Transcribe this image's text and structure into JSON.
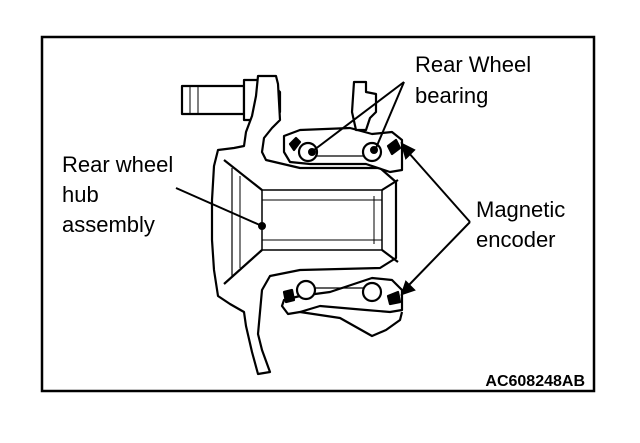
{
  "labels": {
    "rear_wheel_bearing": [
      "Rear Wheel",
      "bearing"
    ],
    "rear_wheel_hub_assembly": [
      "Rear wheel",
      "hub",
      "assembly"
    ],
    "magnetic_encoder": [
      "Magnetic",
      "encoder"
    ]
  },
  "figure_code": "AC608248AB",
  "colors": {
    "line": "#000000",
    "background": "#ffffff",
    "shade": "#d9d9d9"
  }
}
